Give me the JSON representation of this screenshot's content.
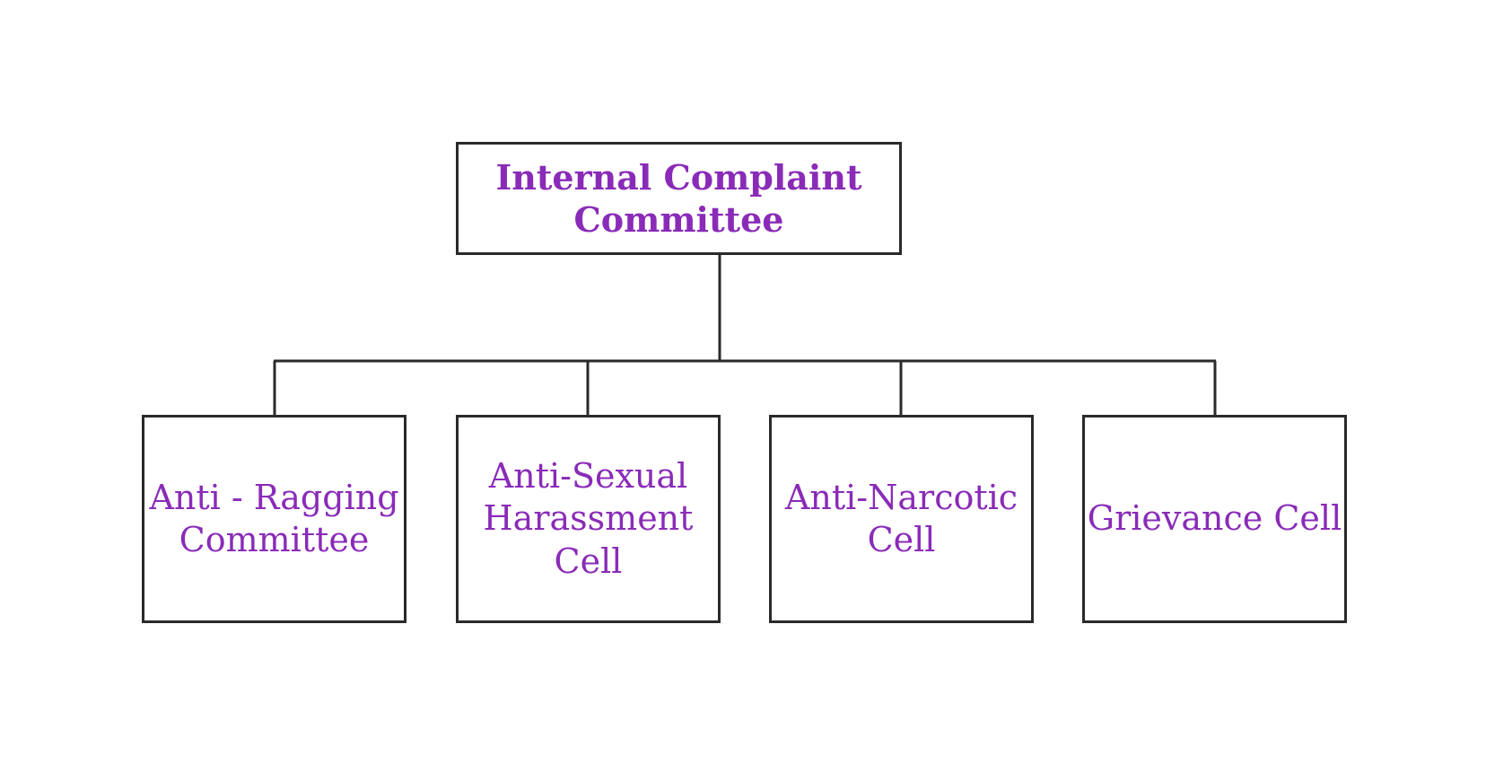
{
  "diagram": {
    "root": {
      "label": "Internal Complaint\nCommittee"
    },
    "children": [
      {
        "label": "Anti - Ragging\nCommittee"
      },
      {
        "label": "Anti-Sexual\nHarassment\nCell"
      },
      {
        "label": "Anti-Narcotic\nCell"
      },
      {
        "label": "Grievance Cell"
      }
    ],
    "colors": {
      "text": "#8a2bb8",
      "border": "#2a2a2a",
      "connector": "#2a2a2a",
      "background": "#ffffff"
    }
  }
}
